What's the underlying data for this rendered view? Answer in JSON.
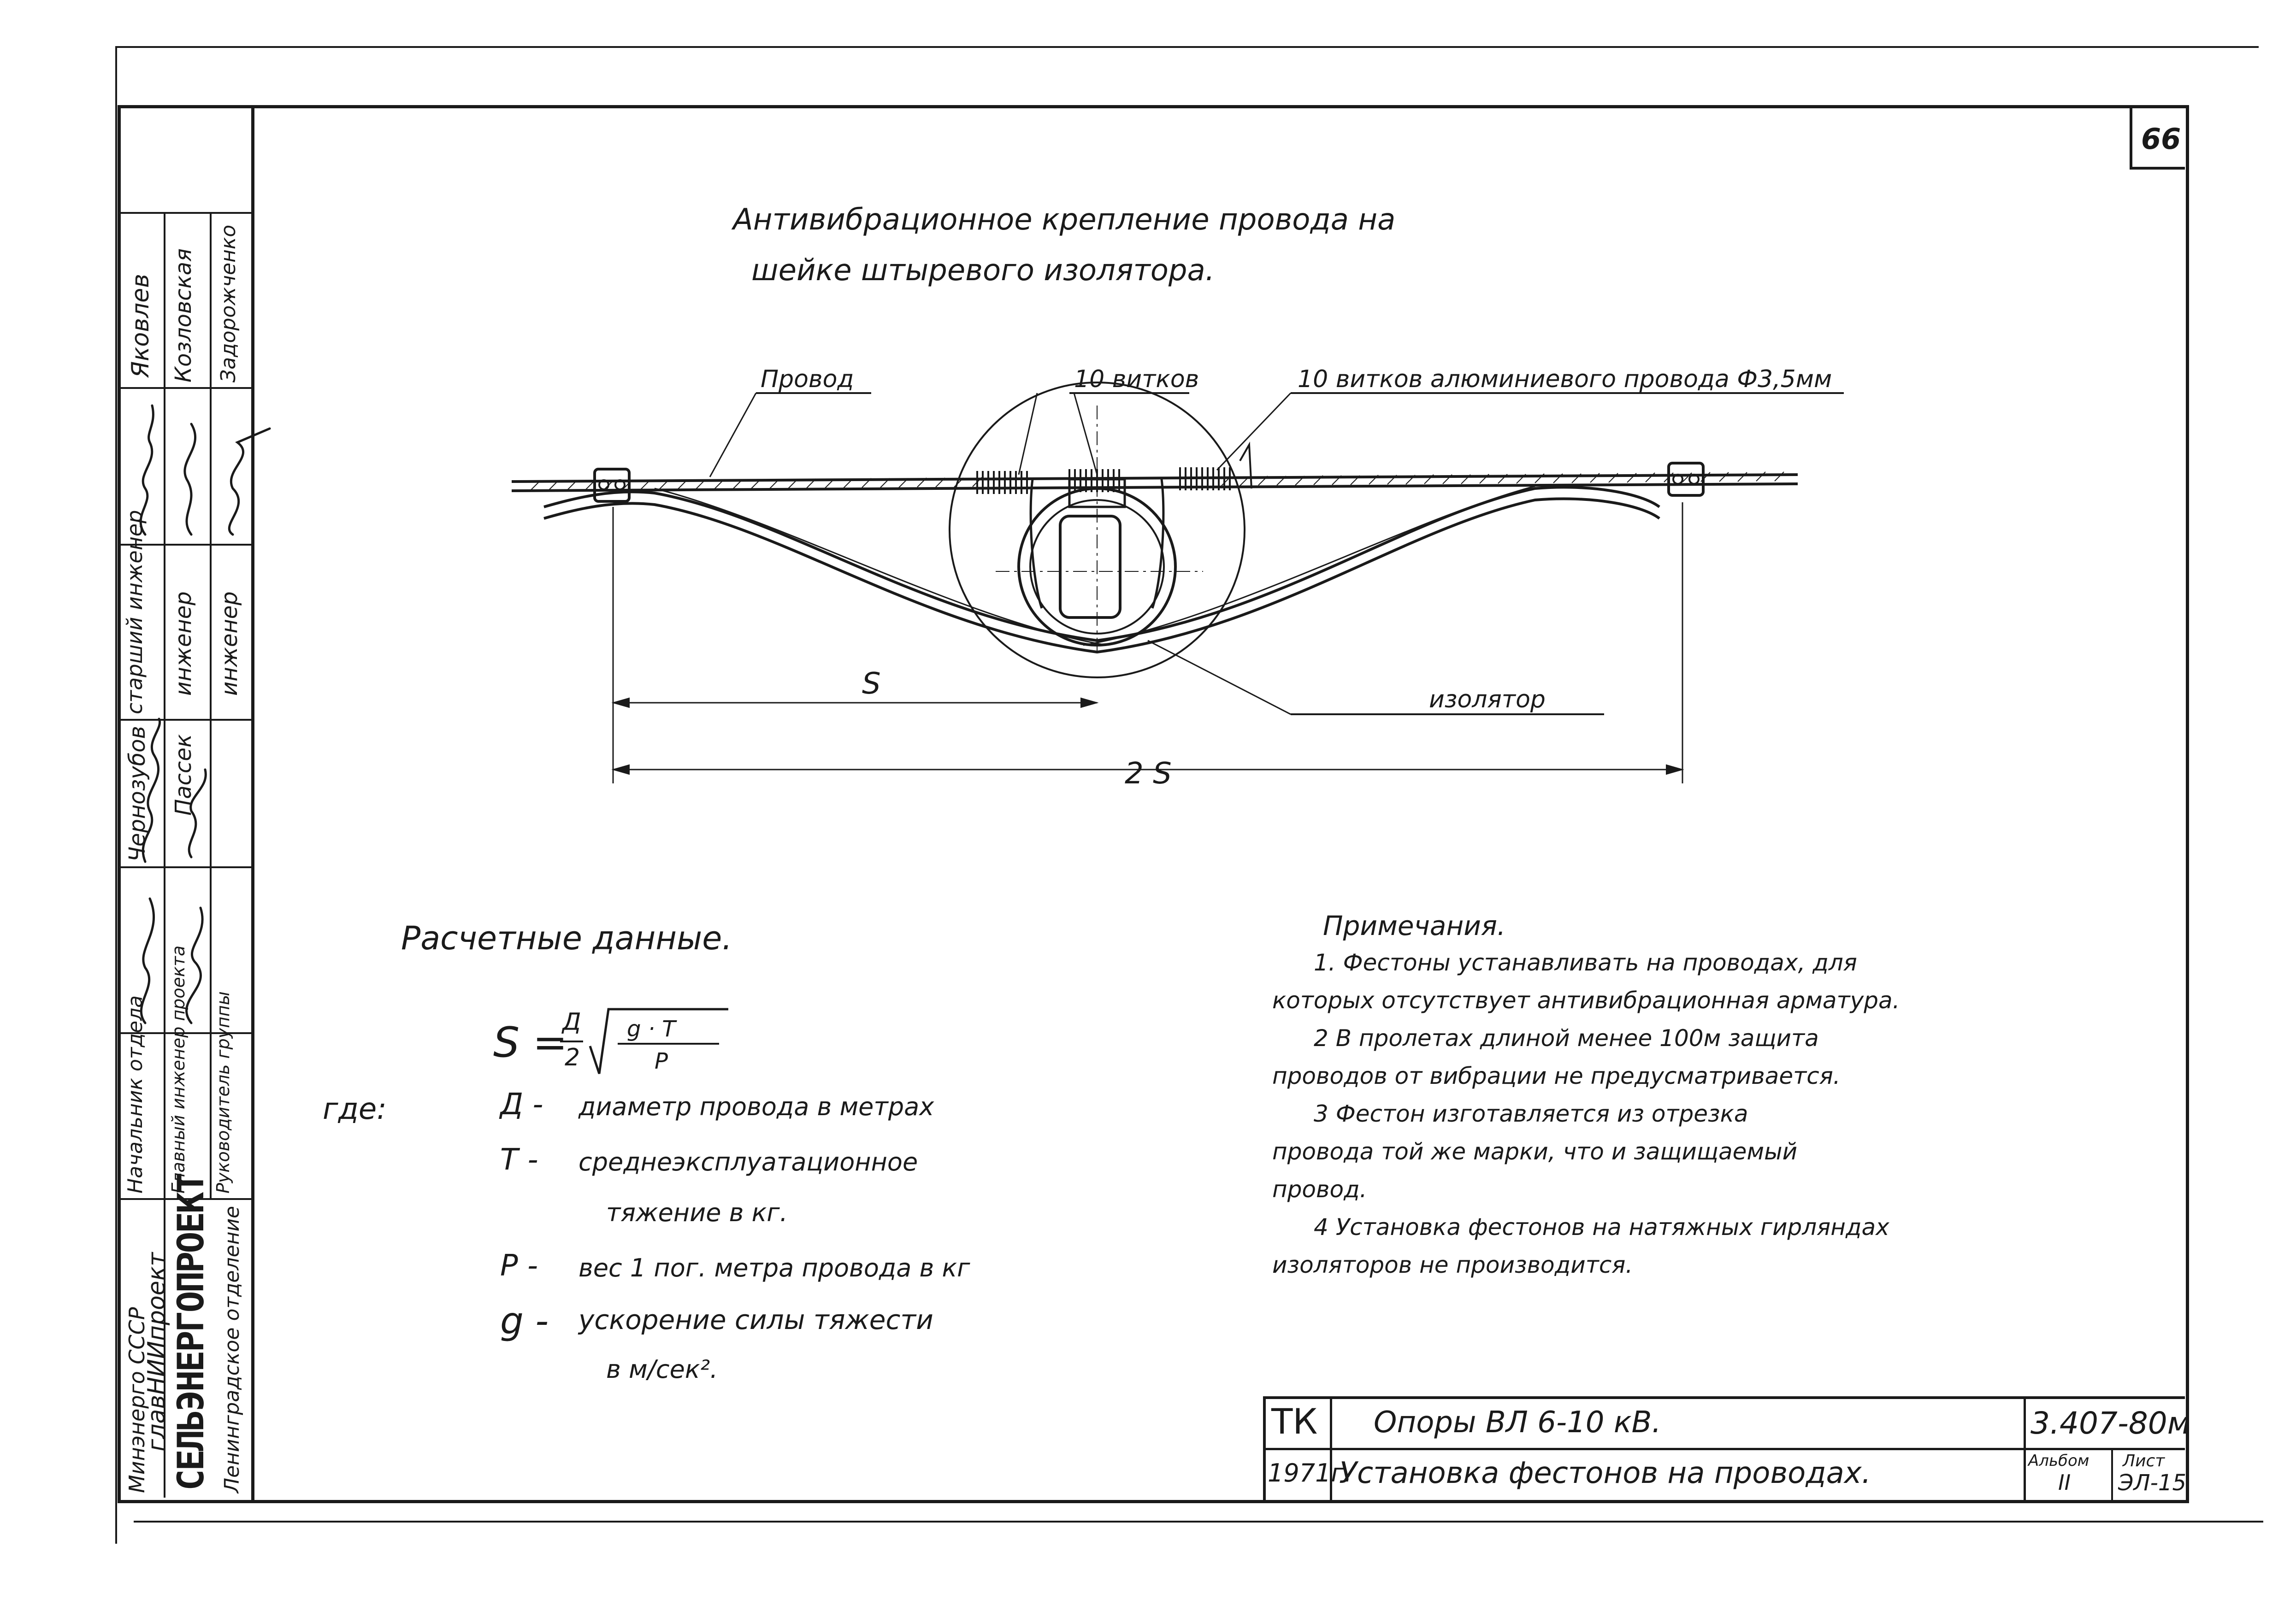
{
  "sheet_number": "66",
  "title": {
    "line1": "Антивибрационное    крепление  провода  на",
    "line2": "шейке    штыревого    изолятора."
  },
  "drawing": {
    "label_wire": "Провод",
    "label_turns": "10 витков",
    "label_turns_alu": "10 витков алюминиевого провода Ф3,5мм",
    "label_insulator": "изолятор",
    "dim_s": "S",
    "dim_2s": "2 S"
  },
  "calc": {
    "heading": "Расчетные    данные.",
    "formula_lhs": "S =",
    "formula_frac_num": "Д",
    "formula_frac_den": "2",
    "formula_root_num": "g · T",
    "formula_root_den": "P",
    "where": "где:",
    "items": [
      {
        "sym": "Д -",
        "text": "диаметр провода в метрах"
      },
      {
        "sym": "Т -",
        "text": "среднеэксплуатационное"
      },
      {
        "sym": "",
        "text": "тяжение в кг."
      },
      {
        "sym": "Р -",
        "text": "вес 1 пог. метра провода в кг"
      },
      {
        "sym": "g -",
        "text": "ускорение  силы  тяжести"
      },
      {
        "sym": "",
        "text": "в м/сек²."
      }
    ]
  },
  "notes": {
    "heading": "Примечания.",
    "lines": [
      "1. Фестоны устанавливать на проводах, для",
      "которых  отсутствует антивибрационная арматура.",
      "2  В  пролетах длиной  менее  100м  защита",
      "проводов от  вибрации  не предусматривается.",
      "3  Фестон  изготавляется  из отрезка",
      "провода  той же  марки, что и защищаемый",
      "провод.",
      "4  Установка фестонов на натяжных гирляндах",
      "изоляторов   не производится."
    ]
  },
  "side_stamp": {
    "org1": "Минэнерго СССР",
    "org2": "главНИИпроект",
    "org3": "СЕЛЬЭНЕРГОПРОЕКТ",
    "org4": "Ленинградское отделение",
    "role1": "Начальник отдела",
    "role2": "Главный инженер проекта",
    "role3": "Руководитель группы",
    "name_a1": "Чернозубов",
    "name_a2": "Пассек",
    "pos1": "старший инженер",
    "pos2": "инженер",
    "pos3": "инженер",
    "name_b1": "Яковлев",
    "name_b2": "Козловская",
    "name_b3": "Задорожченко"
  },
  "title_block": {
    "code1": "ТК",
    "name1": "Опоры   ВЛ 6-10 кВ.",
    "number": "3.407-80м",
    "year": "1971г.",
    "name2": "Установка   фестонов   на проводах.",
    "album_label": "Альбом",
    "album_value": "II",
    "sheet_label": "Лист",
    "sheet_value": "ЭЛ-15"
  }
}
